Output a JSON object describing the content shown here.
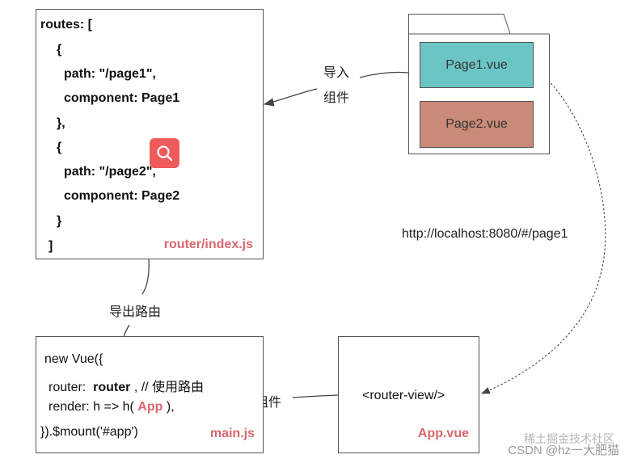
{
  "routes_box": {
    "lines": [
      "routes: [",
      "{",
      "path: \"/page1\",",
      "component: Page1",
      "},",
      "{",
      "path: \"/page2\",",
      "component: Page2",
      "}",
      "]"
    ],
    "file_label": "router/index.js"
  },
  "folder": {
    "page1": "Page1.vue",
    "page2": "Page2.vue",
    "page1_color": "#6cc5c5",
    "page2_color": "#c98a77"
  },
  "labels": {
    "import_line1": "导入",
    "import_line2": "组件",
    "export_routes": "导出路由",
    "root_component": "根组件",
    "url": "http://localhost:8080/#/page1"
  },
  "main_box": {
    "line1": "new Vue({",
    "router_key": "router:",
    "router_val": "router",
    "router_comment": ", // 使用路由",
    "render_prefix": "render: h => h(",
    "render_app": "App",
    "render_suffix": "),",
    "mount": "}).$mount('#app')",
    "file_label": "main.js"
  },
  "app_box": {
    "content": "<router-view/>",
    "file_label": "App.vue"
  },
  "watermark": "CSDN @hz一大肥猫",
  "watermark_overlay": "稀土掘金技术社区",
  "colors": {
    "accent": "#d9676f",
    "badge": "#ef5b5b"
  }
}
